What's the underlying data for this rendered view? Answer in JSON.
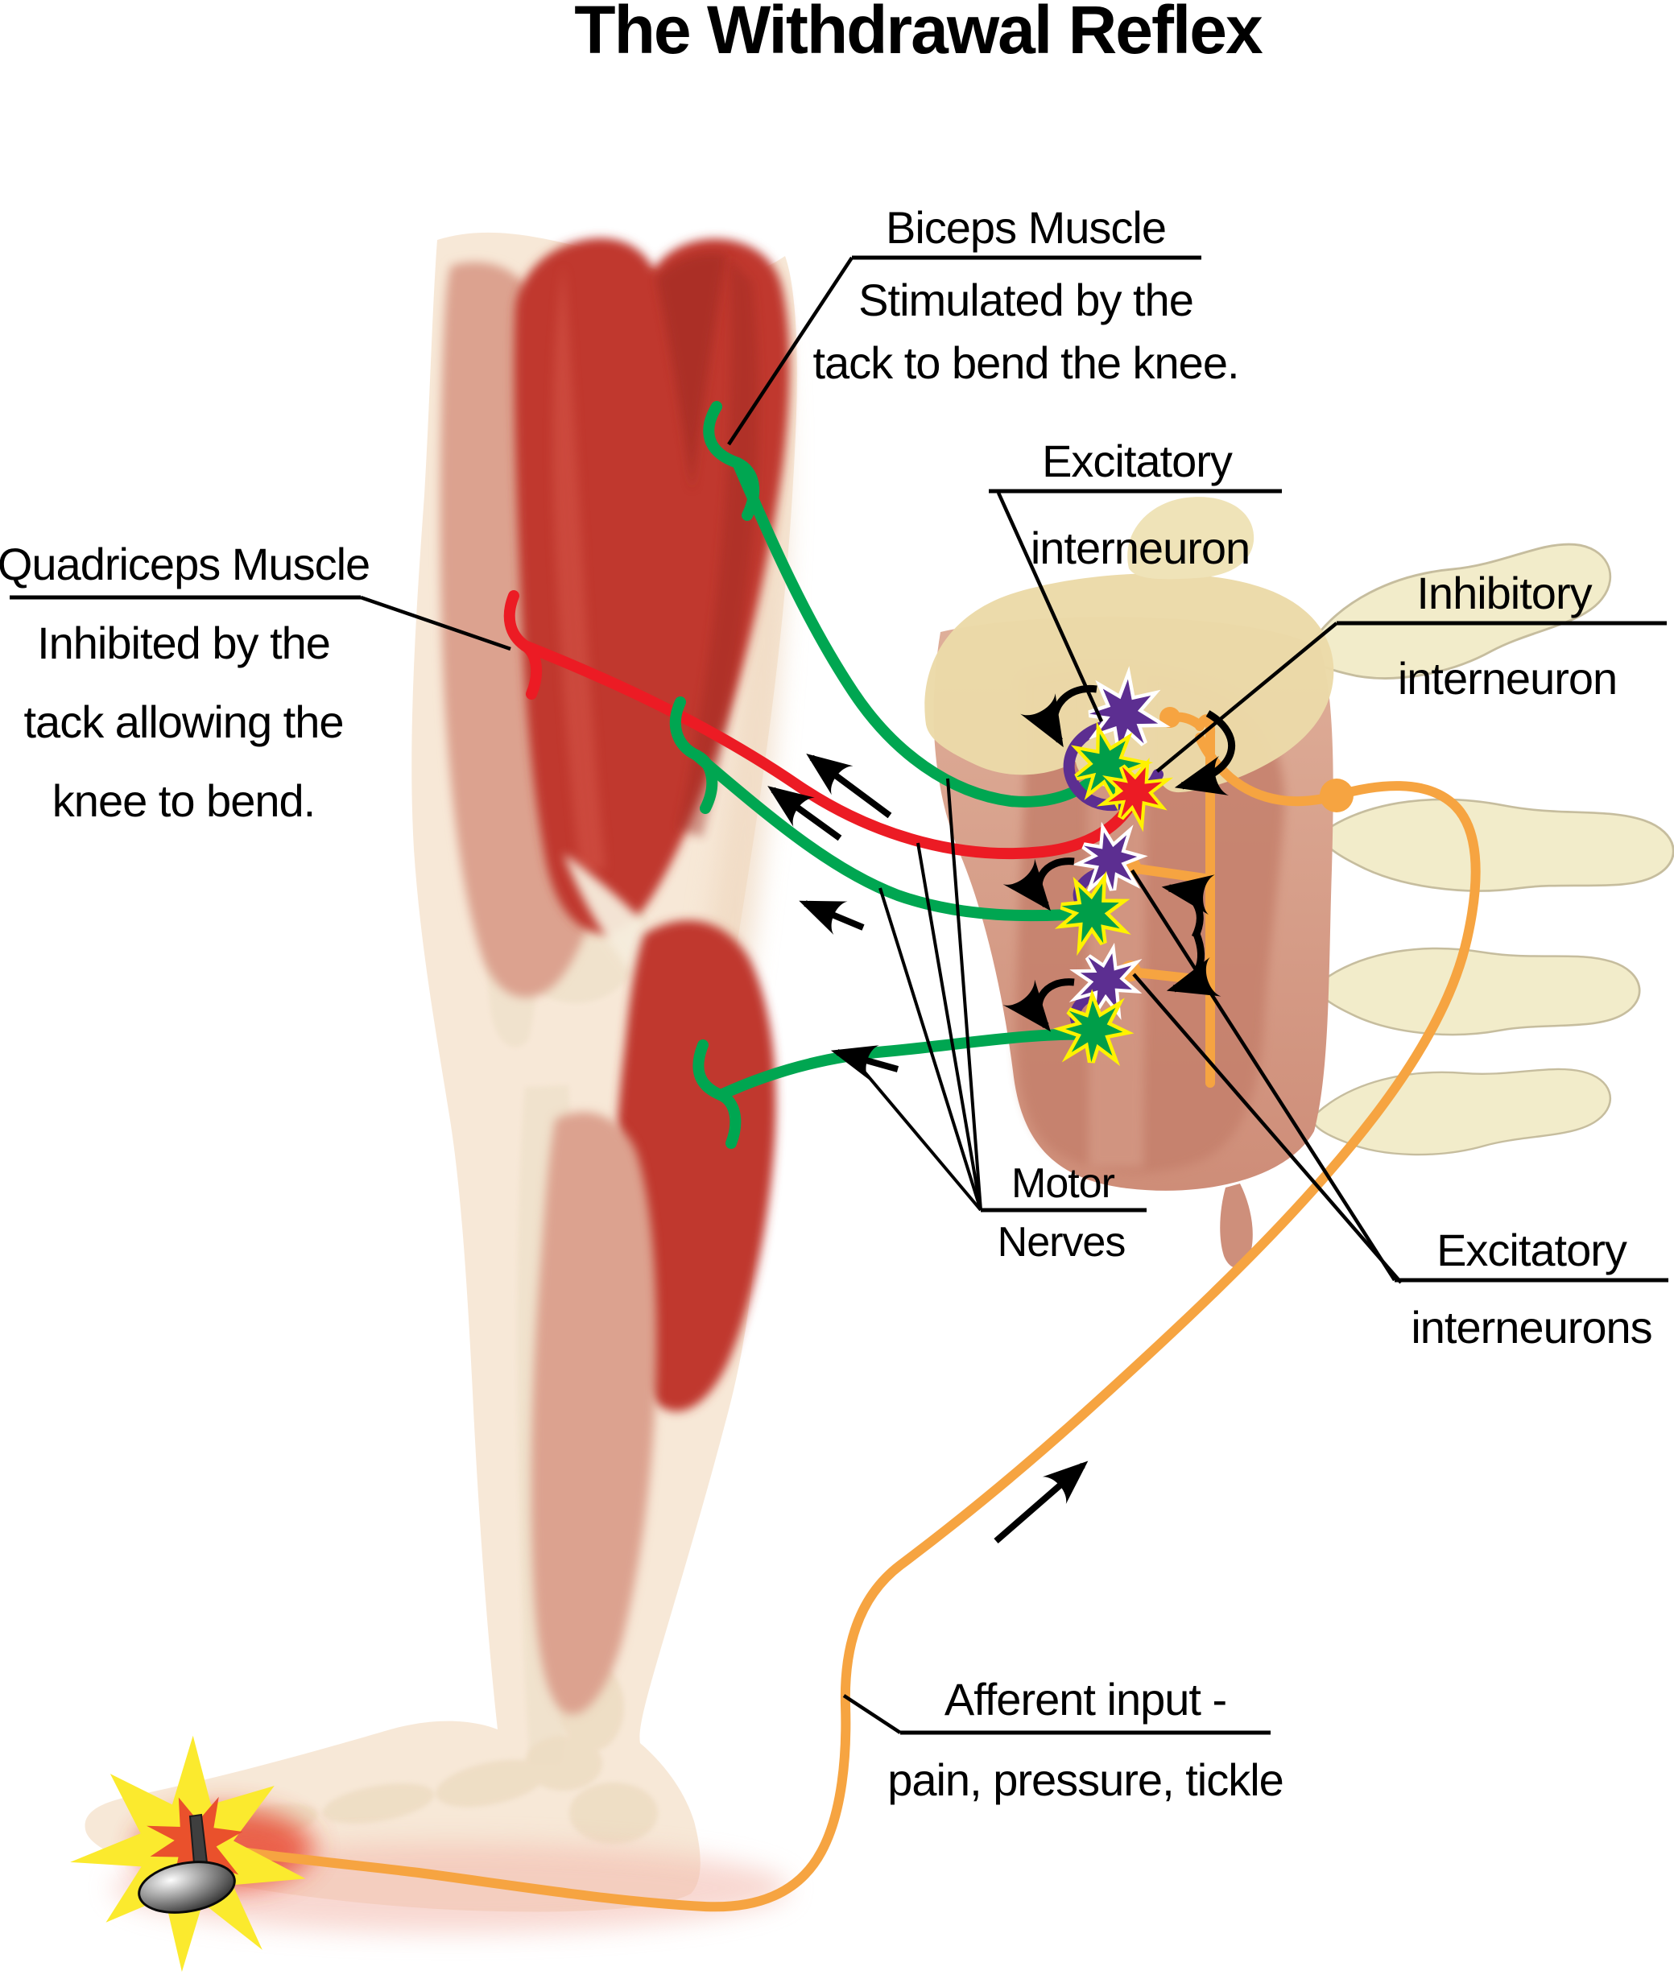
{
  "labels": {
    "title": "The Withdrawal Reflex",
    "biceps": [
      "Biceps Muscle",
      "Stimulated by the",
      "tack to bend the knee."
    ],
    "quadriceps": [
      "Quadriceps Muscle",
      "Inhibited by the",
      "tack allowing the",
      "knee to bend."
    ],
    "excitatory_interneuron": [
      "Excitatory",
      "interneuron"
    ],
    "inhibitory_interneuron": [
      "Inhibitory",
      "interneuron"
    ],
    "motor_nerves": [
      "Motor",
      "Nerves"
    ],
    "excitatory_interneurons": [
      "Excitatory",
      "interneurons"
    ],
    "afferent_input": [
      "Afferent input -",
      "pain, pressure, tickle"
    ]
  },
  "colors": {
    "background": "#FFFFFF",
    "text": "#000000",
    "leader_line": "#000000",
    "motor_nerve_excitatory_green": "#00A651",
    "motor_nerve_inhibited_red": "#EC1B24",
    "afferent_nerve_orange": "#F6A441",
    "inhibitory_interneuron_purple": "#5C2E91",
    "excitatory_synapse_green": "#009E49",
    "inhibited_synapse_red": "#EC1B24",
    "synapse_outline_yellow": "#FFF200",
    "interneuron_outline_white": "#FFFFFF",
    "skin": "#F7E8D7",
    "muscle_dark_red": "#C0392F",
    "muscle_pink": "#DCA28F",
    "bone_cream": "#F0E2CC",
    "spinal_cord_pink": "#D69A85",
    "spinal_cord_gray_matter": "#C5806C",
    "spinal_cord_top": "#EBDAA8",
    "vertebra_cream": "#F2ECCA",
    "starburst_yellow": "#FBEA2E",
    "pain_flash_red": "#E8432C",
    "tack_dark": "#2E2E2E"
  },
  "figure_semantics": {
    "afferent_pathway": "orange nerve from tack in foot to spinal cord",
    "excited_motor_pathways": "green nerves to biceps and flexor muscles",
    "inhibited_motor_pathway": "red nerve to quadriceps muscle",
    "inhibitory_interneurons": "purple stars in spinal cord",
    "excitatory_interneurons": "green/red stars in spinal cord"
  }
}
